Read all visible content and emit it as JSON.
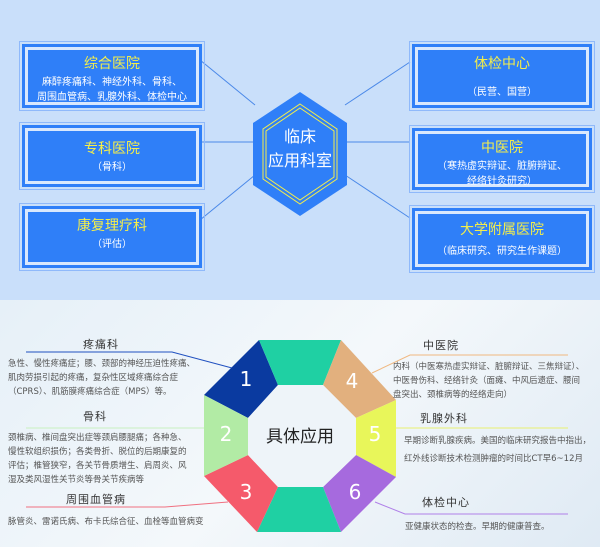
{
  "top": {
    "center": {
      "line1": "临床",
      "line2": "应用科室"
    },
    "left_boxes": [
      {
        "title": "综合医院",
        "sub": [
          "麻醉疼痛科、神经外科、骨科、",
          "周围血管病、乳腺外科、体检中心"
        ]
      },
      {
        "title": "专科医院",
        "sub": [
          "（骨科）"
        ]
      },
      {
        "title": "康复理疗科",
        "sub": [
          "（评估）"
        ]
      }
    ],
    "right_boxes": [
      {
        "title": "体检中心",
        "sub": [
          "（民营、国营）"
        ]
      },
      {
        "title": "中医院",
        "sub": [
          "（寒热虚实辩证、脏腑辩证、",
          "经络针灸研究）"
        ]
      },
      {
        "title": "大学附属医院",
        "sub": [
          "（临床研究、研究生作课题）"
        ]
      }
    ]
  },
  "bottom": {
    "center": "具体应用",
    "segments": [
      {
        "num": "1",
        "color": "#0a3aa0",
        "title": "疼痛科",
        "line_color": "#2050c0",
        "text": [
          "急性、慢性疼痛症；腰、颈部的神经压迫性疼痛、",
          "肌肉劳损引起的疼痛，复杂性区域疼痛综合症",
          "（CPRS）、肌筋膜疼痛综合症（MPS）等。"
        ]
      },
      {
        "num": "2",
        "color": "#b2eba5",
        "title": "骨科",
        "line_color": "#c8f0c0",
        "text": [
          "颈椎病、椎间盘突出症等颈肩腰腿痛；各种急、",
          "慢性软组织损伤；各类骨折、脱位的后期康复的",
          "评估；椎管狭窄，各关节骨质增生、肩周炎、风",
          "湿及类风湿性关节炎等骨关节疾病等"
        ]
      },
      {
        "num": "3",
        "color": "#f55a6b",
        "title": "周围血管病",
        "line_color": "#f07080",
        "text": [
          "脉管炎、雷诺氏病、布卡氏综合征、血栓等血管病变"
        ]
      },
      {
        "num": "4",
        "color": "#e2b07e",
        "title": "中医院",
        "line_color": "#f0b880",
        "text": [
          "内科（中医寒热虚实辩证、脏腑辩证、三焦辩证）、",
          "中医骨伤科、经络针灸（面瘫、中风后遗症、腰间",
          "盘突出、颈椎病等的经络走向）"
        ]
      },
      {
        "num": "5",
        "color": "#e8f65a",
        "title": "乳腺外科",
        "line_color": "#e8f070",
        "text": [
          "早期诊断乳腺疾病。美国的临床研究报告中指出，",
          "红外线诊断技术检测肿瘤的时间比CT早6~12月"
        ]
      },
      {
        "num": "6",
        "color": "#a66ade",
        "title": "体检中心",
        "line_color": "#b080e8",
        "text": [
          "亚健康状态的检查。早期的健康普查。"
        ]
      }
    ],
    "teal": "#1fd0a3"
  }
}
